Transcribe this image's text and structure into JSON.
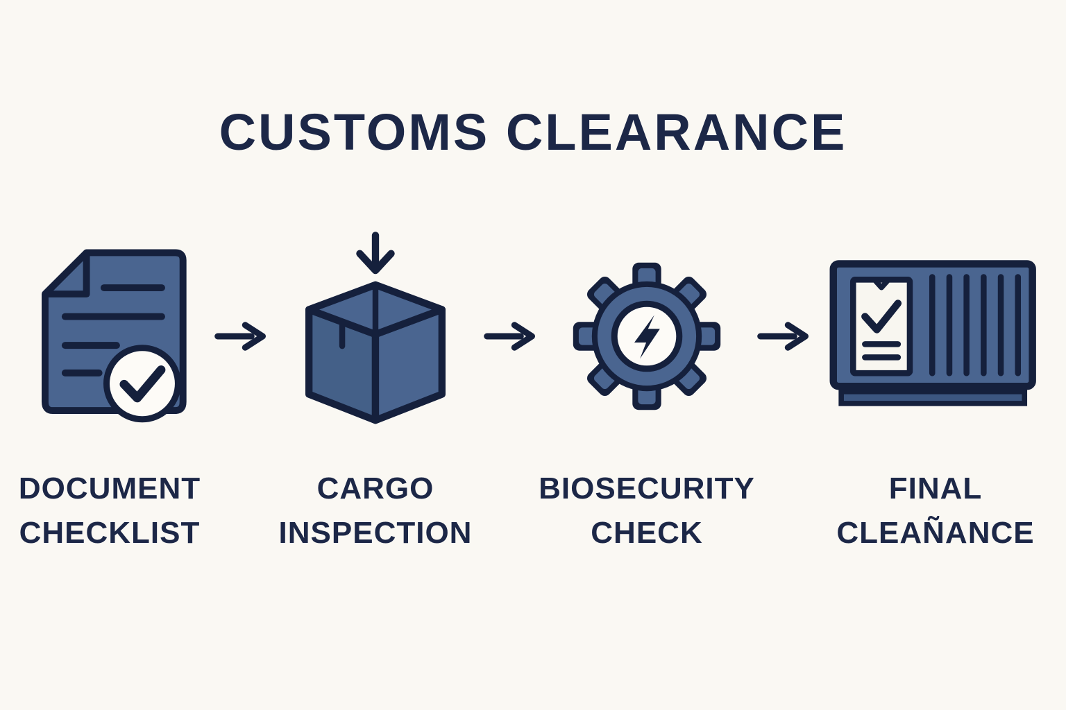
{
  "title": "CUSTOMS CLEARANCE",
  "steps": [
    {
      "line1": "DOCUMENT",
      "line2": "CHECKLIST",
      "icon": "document-checklist-icon"
    },
    {
      "line1": "CARGO",
      "line2": "INSPECTION",
      "icon": "cargo-box-icon"
    },
    {
      "line1": "BIOSECURITY",
      "line2": "CHECK",
      "icon": "gear-lightning-icon"
    },
    {
      "line1": "FINAL",
      "line2": "CLEAÑANCE",
      "icon": "shipping-container-icon"
    }
  ],
  "colors": {
    "background": "#faf8f3",
    "ink": "#1c2747",
    "steel_blue": "#4a6590",
    "paper_white": "#fdfbf7"
  }
}
